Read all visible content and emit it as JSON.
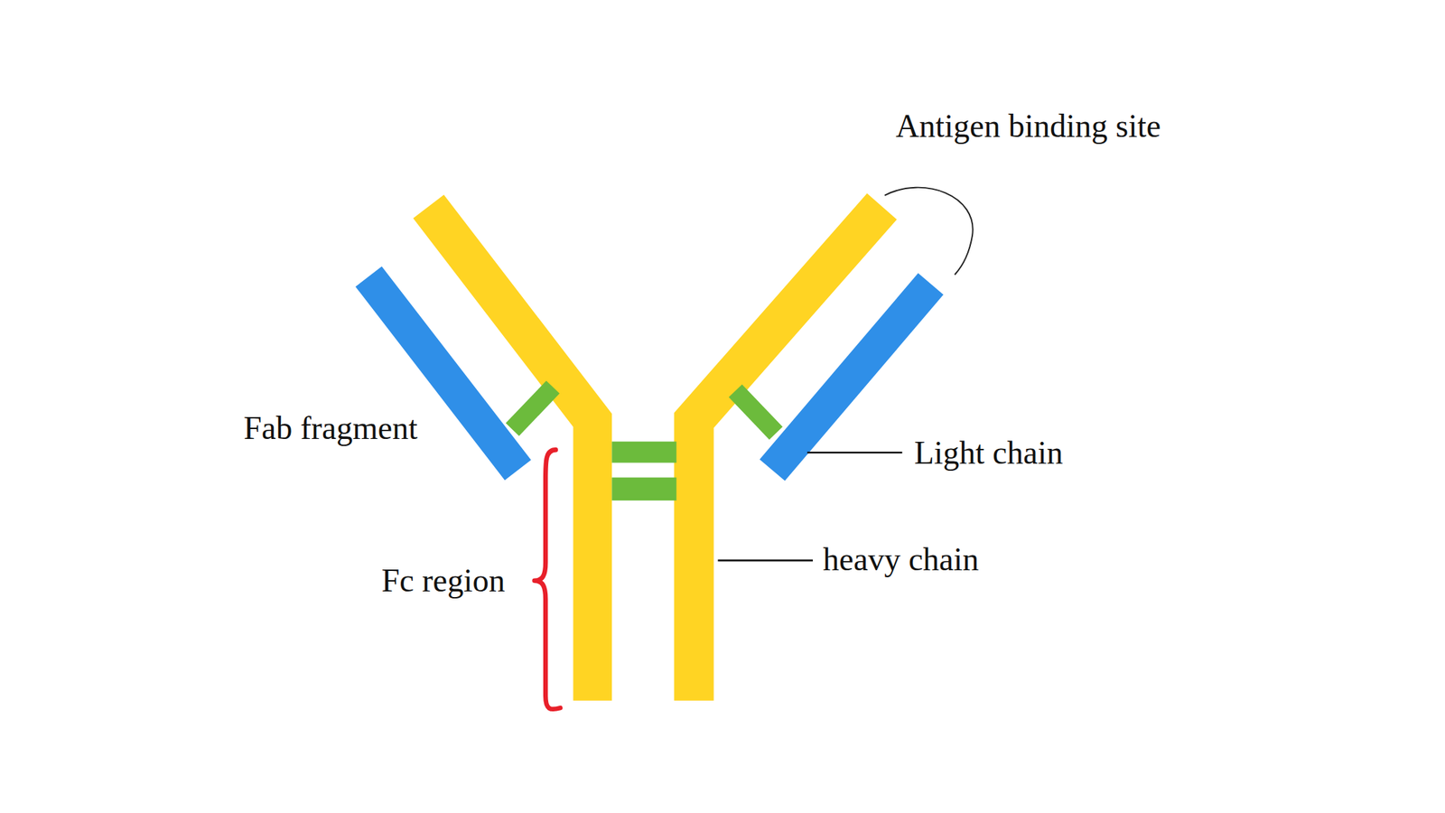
{
  "diagram": {
    "labels": [
      "Antigen binding site",
      "Fab fragment",
      "Light chain",
      "heavy chain",
      "Fc region"
    ]
  }
}
